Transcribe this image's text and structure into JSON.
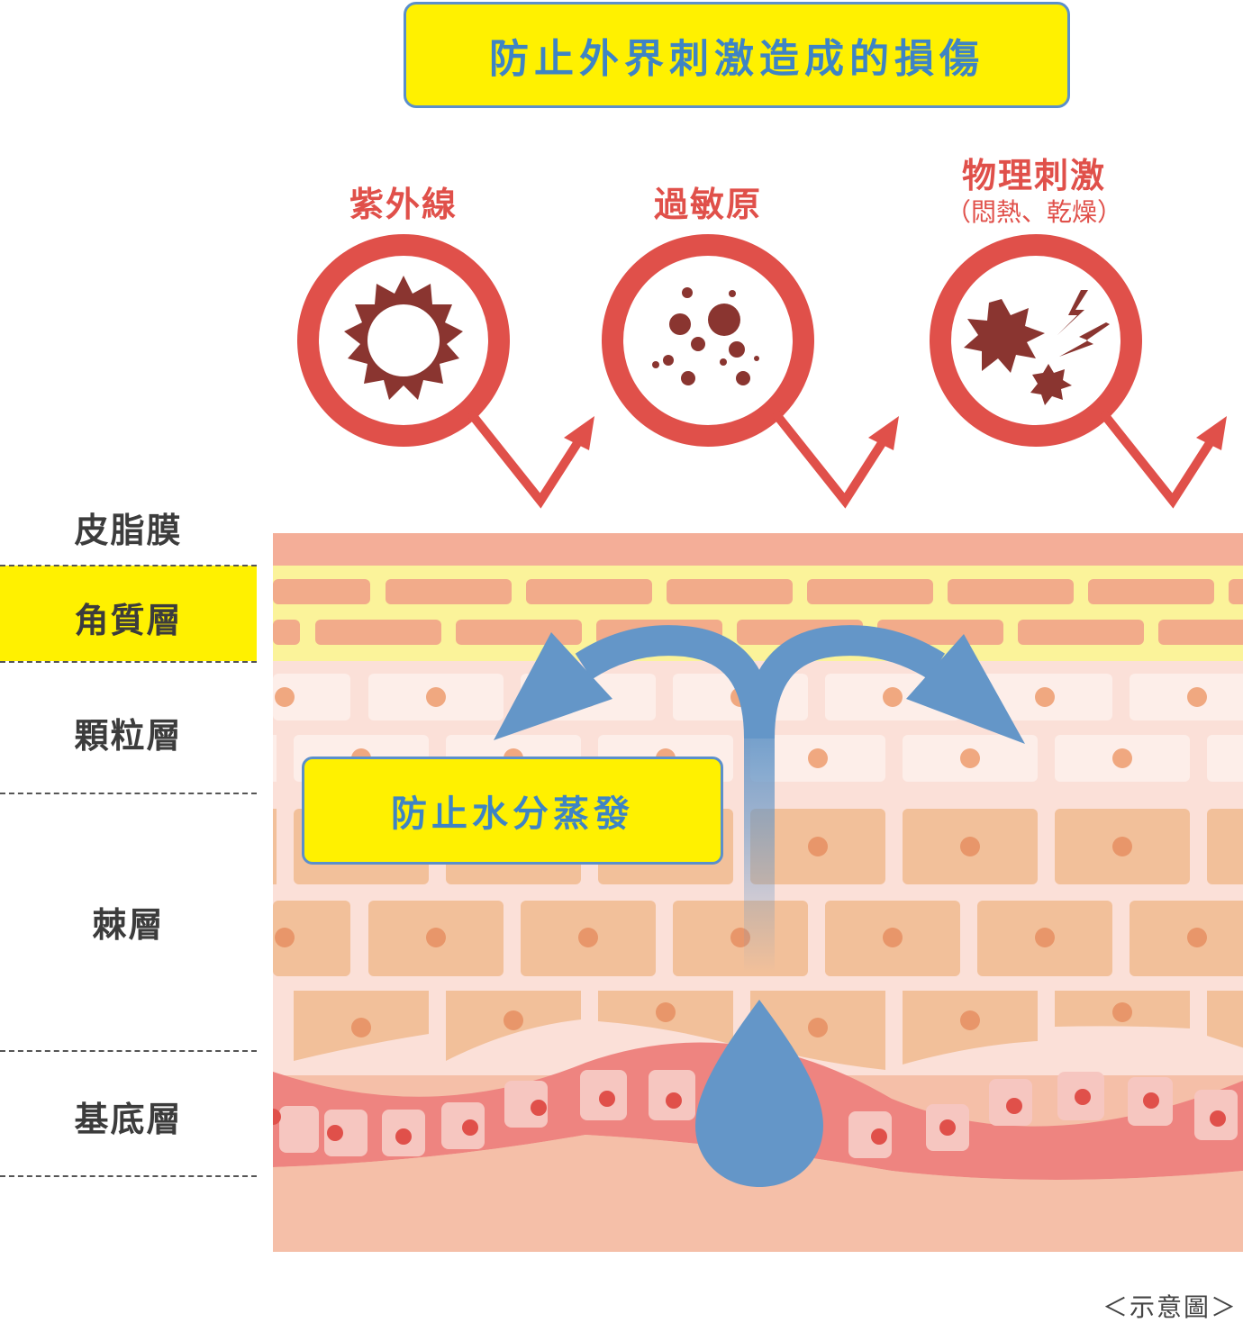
{
  "title": "防止外界刺激造成的損傷",
  "threats": [
    {
      "label": "紫外線",
      "icon": "sun-icon"
    },
    {
      "label": "過敏原",
      "icon": "allergen-particles-icon"
    },
    {
      "label": "物理刺激",
      "sublabel": "（悶熱、乾燥）",
      "icon": "physical-stimulus-icon"
    }
  ],
  "layers": {
    "sebum": "皮脂膜",
    "stratum_corneum": "角質層",
    "granular": "顆粒層",
    "spinous": "棘層",
    "basal": "基底層"
  },
  "water_label": "防止水分蒸發",
  "note": "＜示意圖＞",
  "colors": {
    "threat_red": "#e0504a",
    "highlight_yellow": "#fff100",
    "water_blue": "#6496c8",
    "skin_top": "#f4ae98",
    "basal_line": "#ee8480"
  }
}
